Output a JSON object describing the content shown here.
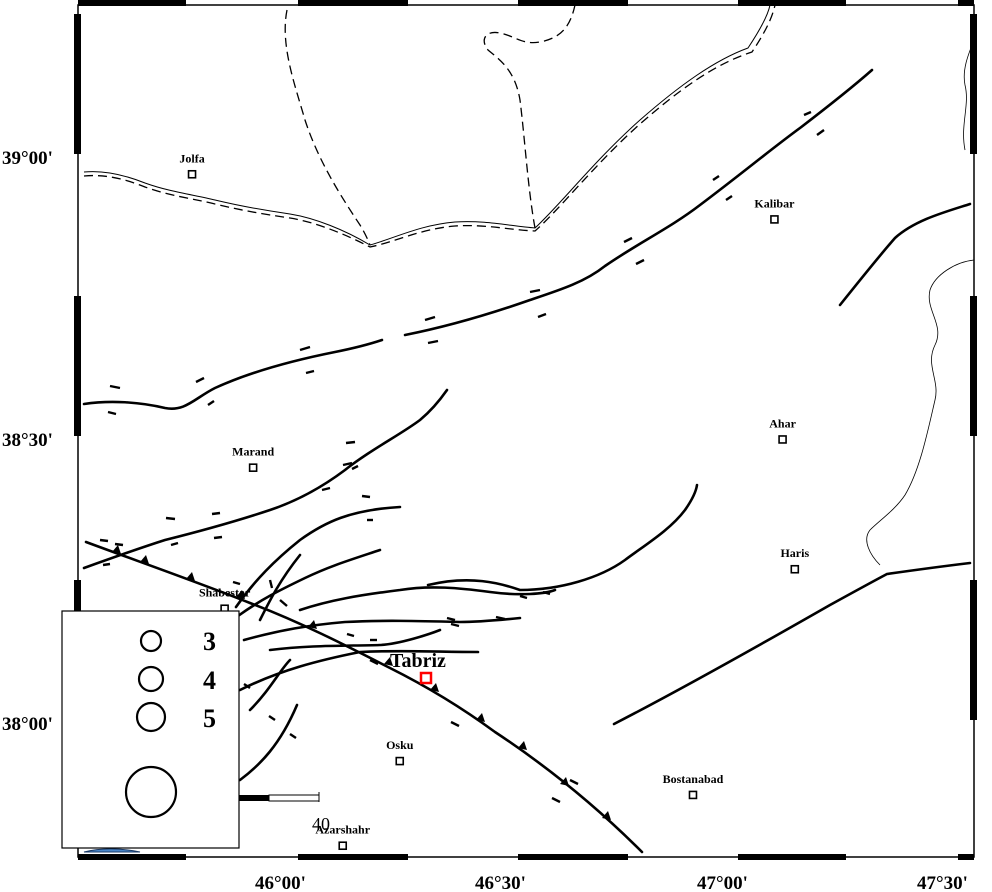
{
  "axes": {
    "lat_labels": [
      "39°00'",
      "38°30'",
      "38°00'"
    ],
    "lon_labels": [
      "46°00'",
      "46°30'",
      "47°00'",
      "47°30'"
    ]
  },
  "cities": [
    {
      "name": "Jolfa",
      "lon": 45.61,
      "lat": 38.95
    },
    {
      "name": "Kalibar",
      "lon": 47.04,
      "lat": 38.87
    },
    {
      "name": "Marand",
      "lon": 45.76,
      "lat": 38.43
    },
    {
      "name": "Ahar",
      "lon": 47.06,
      "lat": 38.48
    },
    {
      "name": "Haris",
      "lon": 47.09,
      "lat": 38.25
    },
    {
      "name": "Shabestar",
      "lon": 45.69,
      "lat": 38.18
    },
    {
      "name": "Osku",
      "lon": 46.12,
      "lat": 37.91
    },
    {
      "name": "Bostanabad",
      "lon": 46.84,
      "lat": 37.85
    },
    {
      "name": "Azarshahr",
      "lon": 45.98,
      "lat": 37.76
    }
  ],
  "highlight_city": {
    "name": "Tabriz",
    "lon": 46.29,
    "lat": 38.08,
    "marker_color": "#ff0000"
  },
  "legend": {
    "magnitudes": [
      "3",
      "4",
      "5",
      ""
    ]
  },
  "scale_bar": {
    "label": "40"
  },
  "colors": {
    "fault": "#000000",
    "border": "#000000",
    "water": "#4a86c8"
  }
}
